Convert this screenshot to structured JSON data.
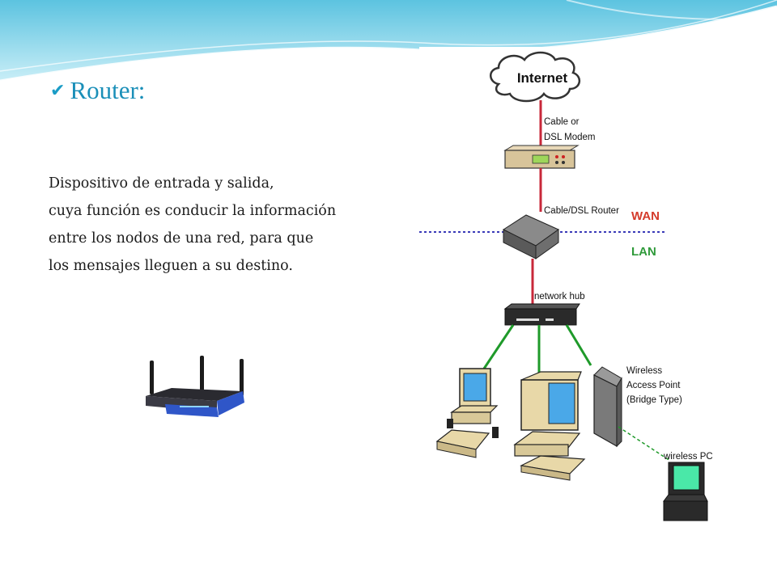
{
  "slide": {
    "bullet_icon": "check-icon",
    "title": "Router:",
    "paragraph_lines": [
      "Dispositivo de entrada y salida,",
      "cuya función es conducir la información",
      "entre los nodos de una red, para que",
      "los mensajes lleguen a su destino."
    ]
  },
  "diagram": {
    "internet": "Internet",
    "modem_line1": "Cable or",
    "modem_line2": "DSL Modem",
    "router": "Cable/DSL Router",
    "wan": "WAN",
    "lan": "LAN",
    "hub": "network hub",
    "ap_line1": "Wireless",
    "ap_line2": "Access Point",
    "ap_line3": "(Bridge Type)",
    "wireless_pc": "wireless PC"
  },
  "colors": {
    "title": "#1a8fb8",
    "wan": "#d43a2a",
    "lan": "#2f9a3a",
    "cable_red": "#c8283a",
    "cable_green": "#1f9a2a",
    "divider_blue": "#3a3ab8"
  }
}
